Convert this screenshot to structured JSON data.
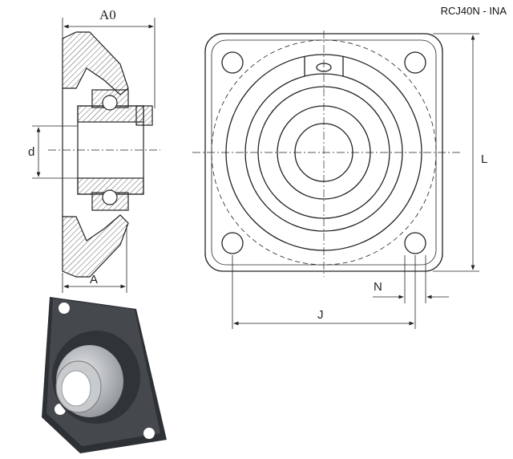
{
  "title": "RCJ40N - INA",
  "dimensions": {
    "A0": "A0",
    "d": "d",
    "A": "A",
    "L": "L",
    "J": "J",
    "N": "N"
  },
  "colors": {
    "line": "#222222",
    "housing": "#3a3d42",
    "insert": "#b9bcc0"
  }
}
